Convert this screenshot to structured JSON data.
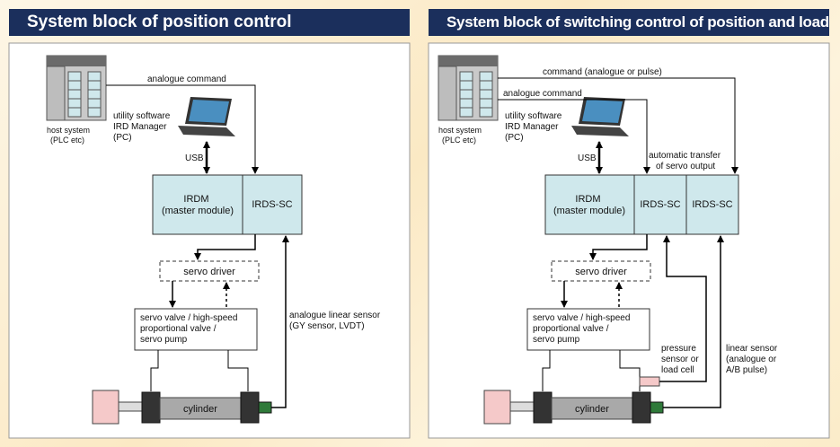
{
  "titles": {
    "left": "System block of position control",
    "right": "System block of switching control of position and load"
  },
  "left": {
    "host_system": [
      "host system",
      "(PLC etc)"
    ],
    "pc_label": [
      "utility software",
      "IRD Manager",
      "(PC)"
    ],
    "usb": "USB",
    "analogue_command": "analogue command",
    "irdm": [
      "IRDM",
      "(master module)"
    ],
    "irds_sc": "IRDS-SC",
    "servo_driver": "servo driver",
    "servo_valve": [
      "servo valve / high-speed",
      "proportional valve /",
      "servo pump"
    ],
    "sensor": [
      "analogue linear sensor",
      "(GY sensor, LVDT)"
    ],
    "cylinder": "cylinder"
  },
  "right": {
    "host_system": [
      "host system",
      "(PLC etc)"
    ],
    "pc_label": [
      "utility software",
      "IRD Manager",
      "(PC)"
    ],
    "usb": "USB",
    "command": "command (analogue or pulse)",
    "analogue_command": "analogue command",
    "transfer": [
      "automatic transfer",
      "of servo output"
    ],
    "irdm": [
      "IRDM",
      "(master module)"
    ],
    "irds_sc_1": "IRDS-SC",
    "irds_sc_2": "IRDS-SC",
    "servo_driver": "servo driver",
    "servo_valve": [
      "servo valve / high-speed",
      "proportional valve /",
      "servo pump"
    ],
    "pressure": [
      "pressure",
      "sensor or",
      "load cell"
    ],
    "linear": [
      "linear sensor",
      "(analogue or",
      "A/B pulse)"
    ],
    "cylinder": "cylinder"
  },
  "colors": {
    "title_bg": "#1b2f5c",
    "module_fill": "#cfe8ec",
    "load_fill": "#f5c9c9",
    "cylinder_fill": "#a9a9a9",
    "sensor_green": "#2f7a3a"
  }
}
